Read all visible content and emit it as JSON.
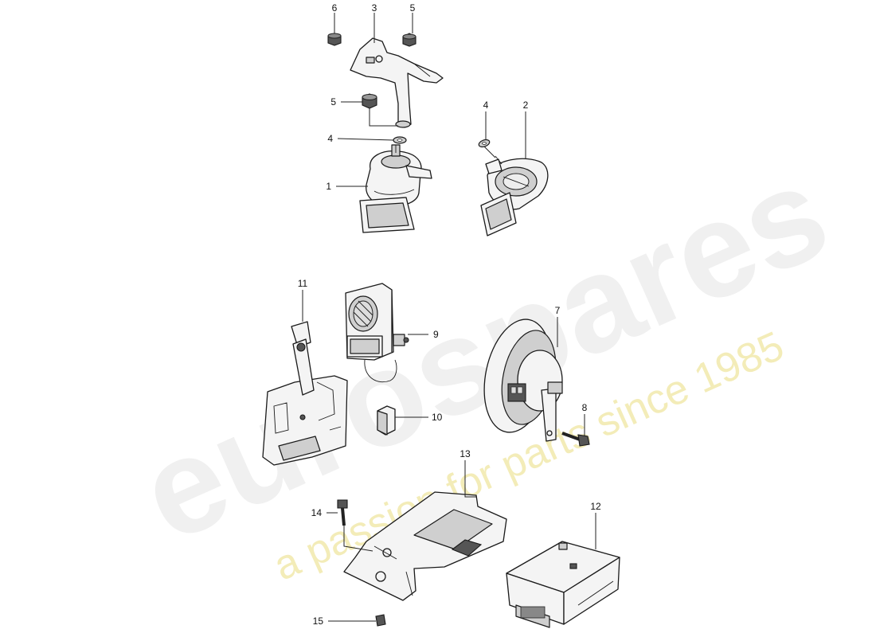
{
  "watermark": {
    "brand": "eurospares",
    "tagline": "a passion for parts since 1985"
  },
  "callouts": [
    {
      "id": "c6a",
      "number": "6"
    },
    {
      "id": "c3",
      "number": "3"
    },
    {
      "id": "c5a",
      "number": "5"
    },
    {
      "id": "c5b",
      "number": "5"
    },
    {
      "id": "c4a",
      "number": "4"
    },
    {
      "id": "c4b",
      "number": "4"
    },
    {
      "id": "c2",
      "number": "2"
    },
    {
      "id": "c1",
      "number": "1"
    },
    {
      "id": "c11",
      "number": "11"
    },
    {
      "id": "c9",
      "number": "9"
    },
    {
      "id": "c7",
      "number": "7"
    },
    {
      "id": "c8",
      "number": "8"
    },
    {
      "id": "c10",
      "number": "10"
    },
    {
      "id": "c13",
      "number": "13"
    },
    {
      "id": "c12",
      "number": "12"
    },
    {
      "id": "c14",
      "number": "14"
    },
    {
      "id": "c15",
      "number": "15"
    }
  ]
}
